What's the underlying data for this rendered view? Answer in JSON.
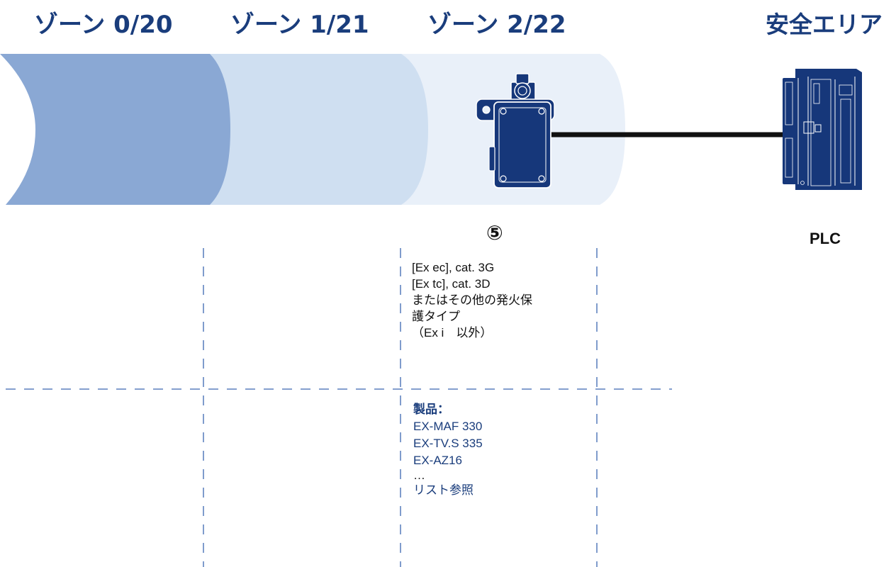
{
  "zones": [
    {
      "label": "ゾーン 0/20",
      "color": "#8aa8d4"
    },
    {
      "label": "ゾーン 1/21",
      "color": "#cfdff1"
    },
    {
      "label": "ゾーン 2/22",
      "color": "#e9f0f9"
    }
  ],
  "safe_area": {
    "label": "安全エリア"
  },
  "device": {
    "name": "position-switch",
    "marker": "⑤",
    "body_color": "#16377a",
    "protection_lines": [
      "[Ex ec], cat. 3G",
      "[Ex tc], cat. 3D",
      "またはその他の発火保",
      "護タイプ",
      "（Ex i　以外）"
    ],
    "products_heading": "製品：",
    "products": [
      "EX-MAF 330",
      "EX-TV.S 335",
      "EX-AZ16"
    ],
    "products_more": "…",
    "products_link": "リスト参照"
  },
  "plc": {
    "label": "PLC",
    "color": "#16377a"
  },
  "colors": {
    "title_text": "#1a3d7c",
    "cable": "#111111",
    "divider": "#3b66b0"
  }
}
